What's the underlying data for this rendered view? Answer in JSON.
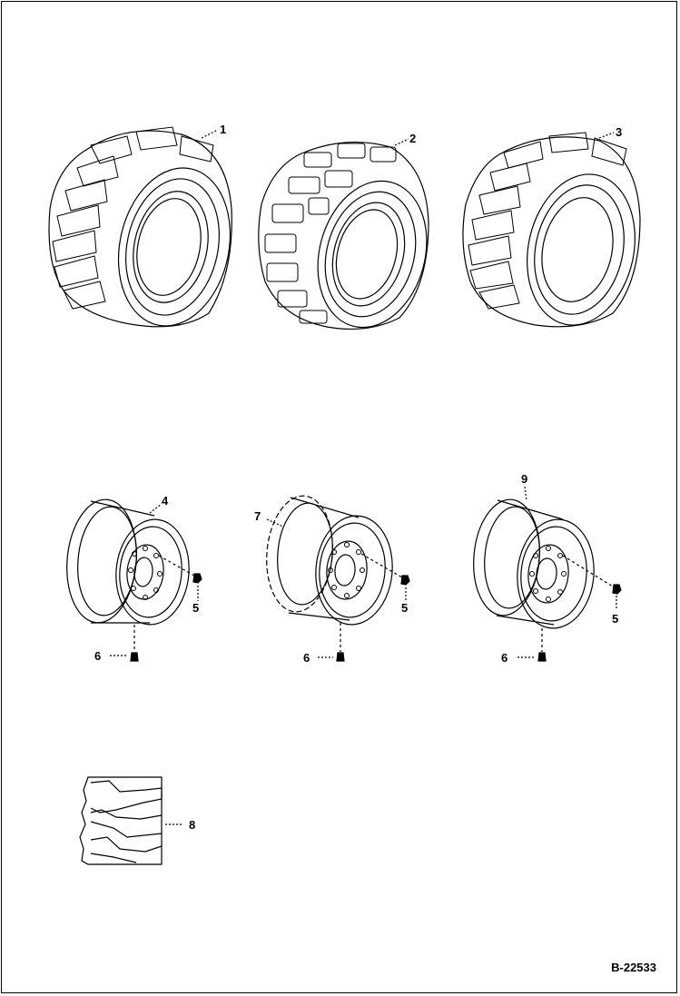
{
  "figure": {
    "reference": "B-22533",
    "parts": [
      {
        "id": "tire-1",
        "callout": "1",
        "kind": "tire",
        "tread": "directional lug"
      },
      {
        "id": "tire-2",
        "callout": "2",
        "kind": "tire",
        "tread": "block"
      },
      {
        "id": "tire-3",
        "callout": "3",
        "kind": "tire",
        "tread": "directional lug"
      },
      {
        "id": "wheel-4",
        "callout": "4",
        "kind": "wheel rim"
      },
      {
        "id": "wheel-9",
        "callout": "9",
        "kind": "wheel rim"
      },
      {
        "id": "wheel-7",
        "callout": "7",
        "kind": "wheel rim"
      },
      {
        "id": "nut-5",
        "callout": "5",
        "kind": "wheel nut"
      },
      {
        "id": "valve-6",
        "callout": "6",
        "kind": "valve stem"
      },
      {
        "id": "tread-8",
        "callout": "8",
        "kind": "tread segment"
      }
    ]
  },
  "colors": {
    "line": "#000000",
    "background": "#ffffff"
  }
}
